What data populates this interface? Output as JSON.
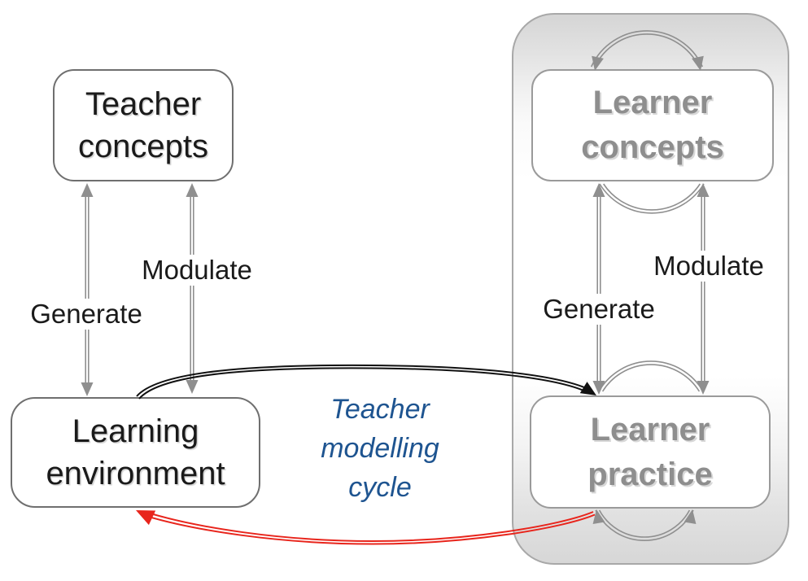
{
  "boxes": {
    "teacher_concepts": "Teacher\nconcepts",
    "learning_environment": "Learning\nenvironment",
    "learner_concepts": "Learner\nconcepts",
    "learner_practice": "Learner\npractice"
  },
  "labels": {
    "left_generate": "Generate",
    "left_modulate": "Modulate",
    "right_generate": "Generate",
    "right_modulate": "Modulate"
  },
  "caption": {
    "teacher_modelling_cycle": "Teacher\nmodelling\ncycle"
  },
  "colors": {
    "arrow_gray": "#8f8f8f",
    "arrow_black": "#111111",
    "arrow_red": "#E8251C",
    "caption_blue": "#1E5490",
    "learner_text_gray": "#8e8e8e",
    "container_fill_top": "#d5d5d5",
    "container_fill_mid": "#ffffff"
  }
}
